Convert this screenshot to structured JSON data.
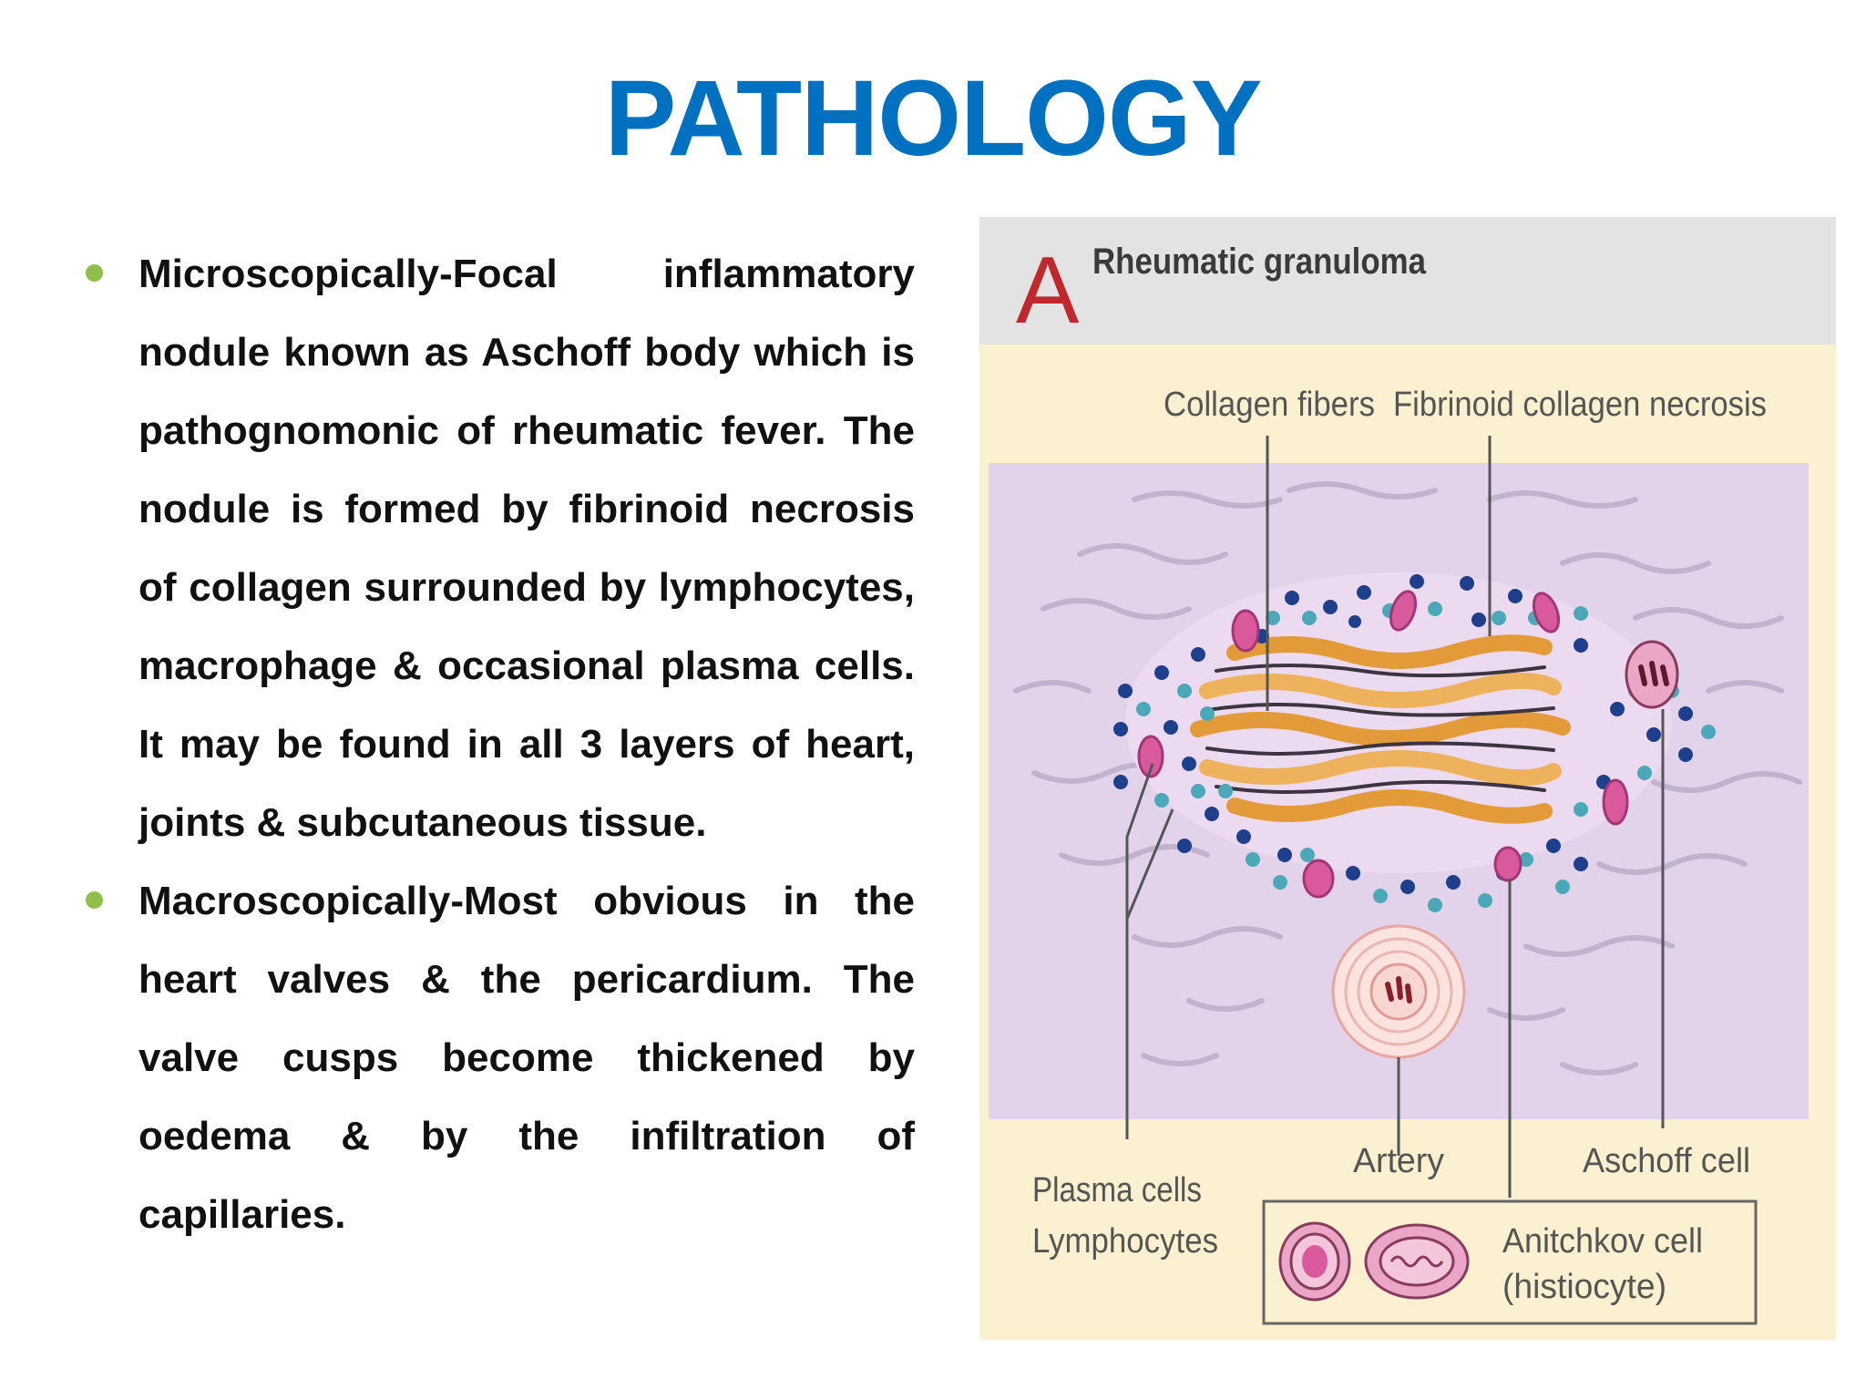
{
  "slide": {
    "title": "PATHOLOGY",
    "bullets": [
      {
        "text": "Microscopically-Focal inflammatory nodule known as Aschoff body which is pathognomonic of rheumatic fever. The nodule is formed by fibrinoid necrosis of collagen surrounded by lymphocytes, macrophage & occasional plasma cells. It may be found in all 3 layers of heart, joints & subcutaneous tissue."
      },
      {
        "text": "Macroscopically-Most obvious in the heart valves & the pericardium. The valve cusps become thickened by oedema & by the infiltration of capillaries."
      }
    ]
  },
  "figure": {
    "panel_letter": "A",
    "heading": "Rheumatic granuloma",
    "labels": {
      "collagen_fibers": "Collagen fibers",
      "fibrinoid_necrosis": "Fibrinoid collagen necrosis",
      "plasma_cells": "Plasma cells",
      "lymphocytes": "Lymphocytes",
      "artery": "Artery",
      "aschoff_cell": "Aschoff cell",
      "anitchkov_cell": "Anitchkov cell",
      "histiocyte": "(histiocyte)"
    }
  },
  "colors": {
    "title": "#0070c0",
    "bullet_dot": "#8fbf4a",
    "panel_letter": "#c0282d",
    "tissue": "#e2d3ea",
    "figure_bg": "#fbf0cf",
    "header_bg": "#e3e3e3"
  }
}
